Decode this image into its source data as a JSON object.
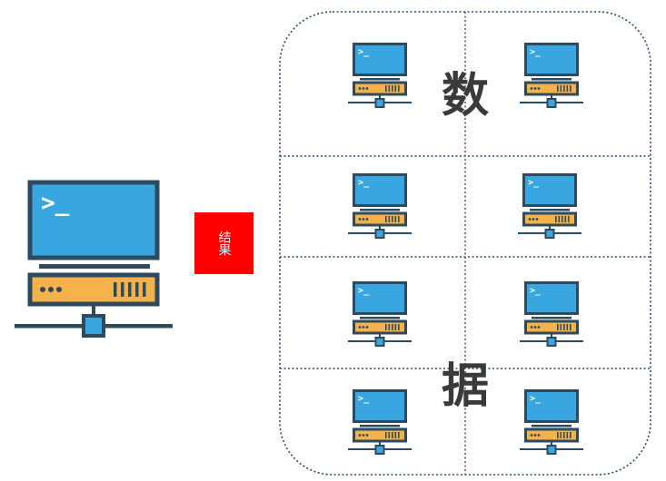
{
  "result_box": {
    "label": "结果",
    "color": "#ff0000"
  },
  "cluster": {
    "label_top": "数",
    "label_bottom": "据",
    "rows": 4,
    "cols": 2
  },
  "icons": {
    "main": "server-terminal-icon",
    "node": "server-terminal-icon"
  },
  "colors": {
    "monitor": "#3aa6e0",
    "outline": "#2e4a5e",
    "server": "#f5b24a",
    "border": "#2e4a6e"
  }
}
